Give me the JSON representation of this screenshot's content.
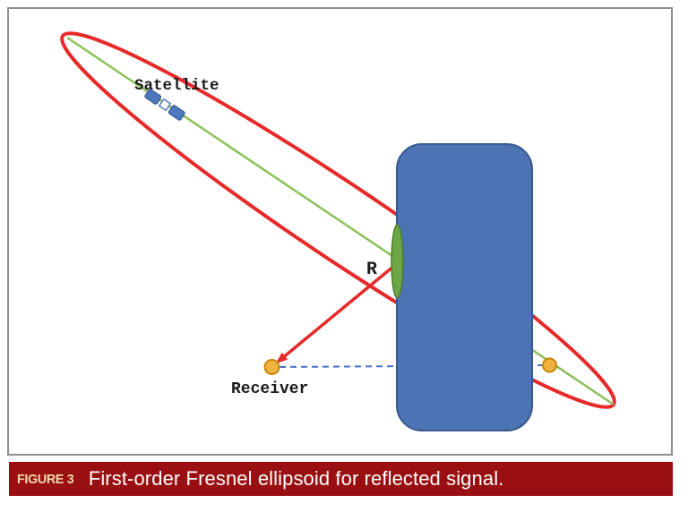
{
  "caption": {
    "label": "FIGURE 3",
    "text": "First-order Fresnel ellipsoid for reflected signal."
  },
  "diagram": {
    "satellite_label": "Satellite",
    "reflection_point_label": "R",
    "receiver_label": "Receiver",
    "colors": {
      "fresnel_red": "#e62a29",
      "signal_green": "#8dc05a",
      "building_fill": "#4c74b4",
      "building_border": "#39598f",
      "zone_fill": "#6ca747",
      "zone_border": "#4e7a2f",
      "receiver_fill": "#efb23d",
      "receiver_border": "#c8860d",
      "baseline_blue": "#4472c4",
      "satellite_panel_blue": "#4c79be",
      "caption_bg": "#990f12",
      "caption_label_color": "#f2dba8",
      "caption_text_color": "#ffffff",
      "frame_border": "#8f8f8f"
    }
  }
}
